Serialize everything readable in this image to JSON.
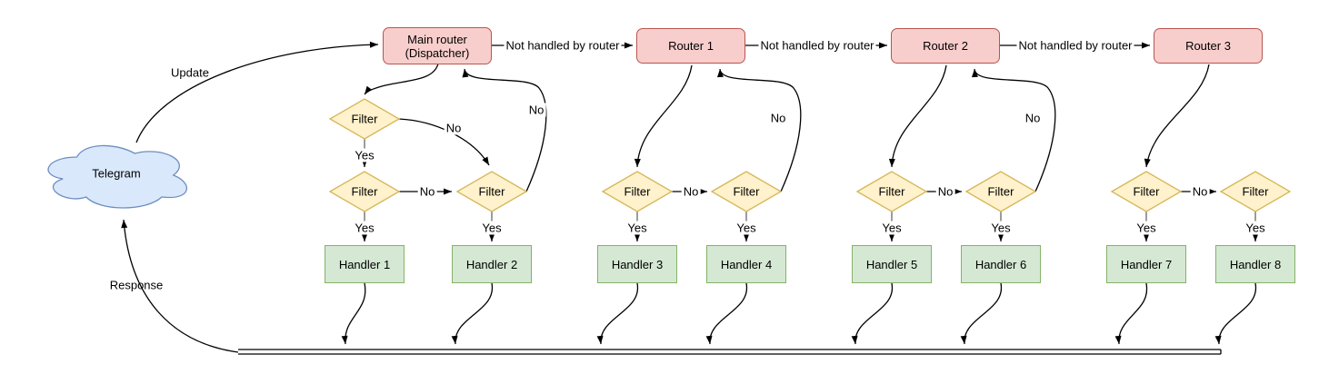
{
  "cloud": {
    "label": "Telegram"
  },
  "edge_labels": {
    "update": "Update",
    "response": "Response",
    "not_handled": "Not handled by router",
    "yes": "Yes",
    "no": "No"
  },
  "nodes": {
    "dispatcher": {
      "line1": "Main router",
      "line2": "(Dispatcher)"
    },
    "router1": "Router 1",
    "router2": "Router 2",
    "router3": "Router 3",
    "filter": "Filter",
    "handlers": [
      "Handler 1",
      "Handler 2",
      "Handler 3",
      "Handler 4",
      "Handler 5",
      "Handler 6",
      "Handler 7",
      "Handler 8"
    ]
  },
  "colors": {
    "router_fill": "#f8cecc",
    "router_stroke": "#b85450",
    "filter_fill": "#fff2cc",
    "filter_stroke": "#d6b656",
    "handler_fill": "#d5e8d4",
    "handler_stroke": "#82b366",
    "cloud_fill": "#dae8fc",
    "cloud_stroke": "#6c8ebf",
    "line": "#000000",
    "yes_stub": "#666666"
  }
}
